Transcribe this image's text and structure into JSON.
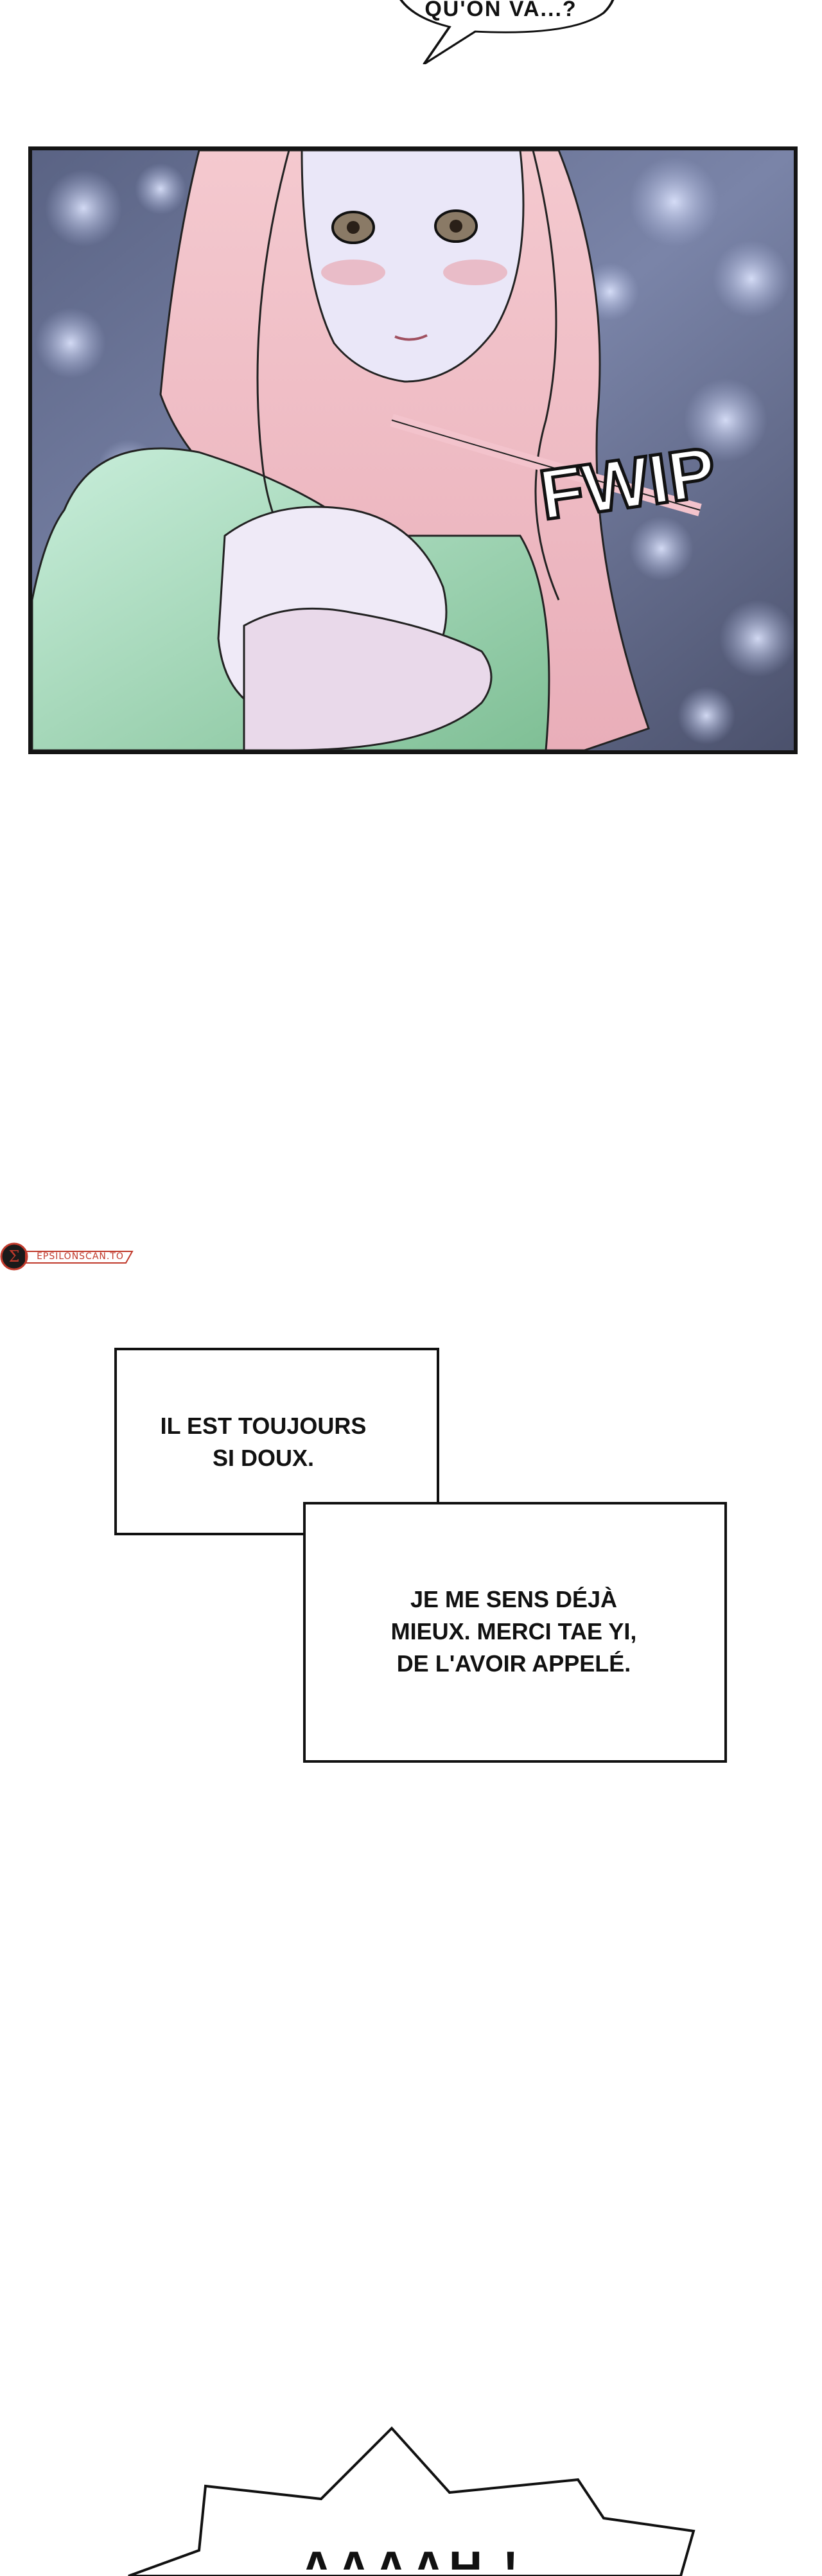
{
  "top_bubble": {
    "text": "QU'ON VA...?"
  },
  "panel": {
    "sfx": "FWIP"
  },
  "watermark": {
    "text": "EPSILONSCAN.TO"
  },
  "narration": {
    "box1_lines": [
      "IL EST TOUJOURS",
      "SI DOUX."
    ],
    "box2_lines": [
      "JE ME SENS DÉJÀ",
      "MIEUX. MERCI TAE YI,",
      "DE L'AVOIR APPELÉ."
    ]
  },
  "bottom_bubble": {
    "text": "AAAAH !"
  }
}
